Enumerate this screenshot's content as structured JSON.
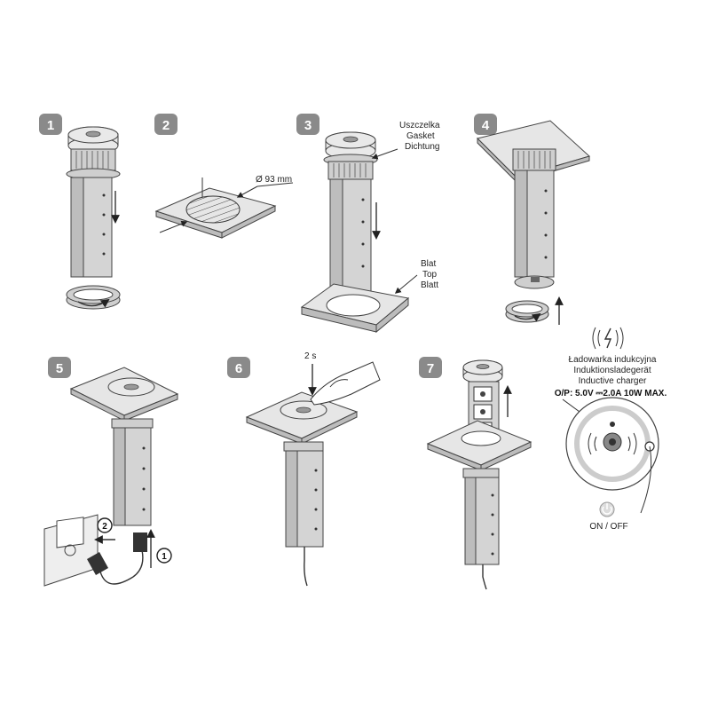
{
  "steps": [
    {
      "number": "1"
    },
    {
      "number": "2",
      "diameter_label": "Ø 93 mm"
    },
    {
      "number": "3",
      "gasket_labels": [
        "Uszczelka",
        "Gasket",
        "Dichtung"
      ],
      "top_labels": [
        "Blat",
        "Top",
        "Blatt"
      ]
    },
    {
      "number": "4"
    },
    {
      "number": "5",
      "sub_steps": [
        "2",
        "1"
      ]
    },
    {
      "number": "6",
      "time_label": "2 s"
    },
    {
      "number": "7"
    }
  ],
  "charger": {
    "labels": [
      "Ładowarka indukcyjna",
      "Induktionsladegerät",
      "Inductive charger"
    ],
    "output_spec": "O/P: 5.0V ⎓2.0A  10W MAX.",
    "switch_label": "ON / OFF"
  },
  "colors": {
    "badge": "#8a8a8a",
    "metal": "#d4d4d4",
    "board": "#e6e6e6",
    "line": "#333333"
  }
}
